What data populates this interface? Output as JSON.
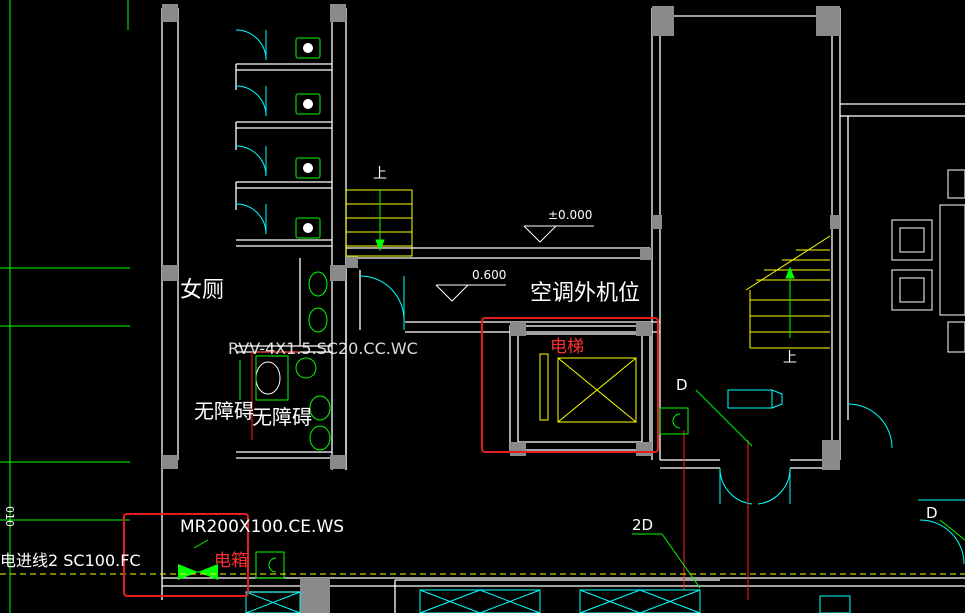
{
  "labels": {
    "womens_toilet": "女厕",
    "accessible_1": "无障碍",
    "accessible_2": "无障碍",
    "ac_unit_position": "空调外机位",
    "elevator": "电梯",
    "distribution_box": "电箱",
    "up_left": "上",
    "up_right": "上",
    "elev_0": "±0.000",
    "elev_600": "0.600",
    "cable_rvv": "RVV-4X1.5.SC20.CC.WC",
    "cable_mr": "MR200X100.CE.WS",
    "cable_incoming": "电进线2 SC100.FC",
    "d_label_1": "D",
    "d_label_2": "D",
    "d2_label": "2D",
    "left_vertical": "010"
  },
  "colors": {
    "wall": "#ffffff",
    "column": "#8a8a8a",
    "door": "#00ffff",
    "fixture": "#00ff00",
    "stair": "#ffff00",
    "highlight": "#e02020",
    "wire": "#ff2020",
    "grid": "#00ff00",
    "red_text": "#ff3030"
  }
}
